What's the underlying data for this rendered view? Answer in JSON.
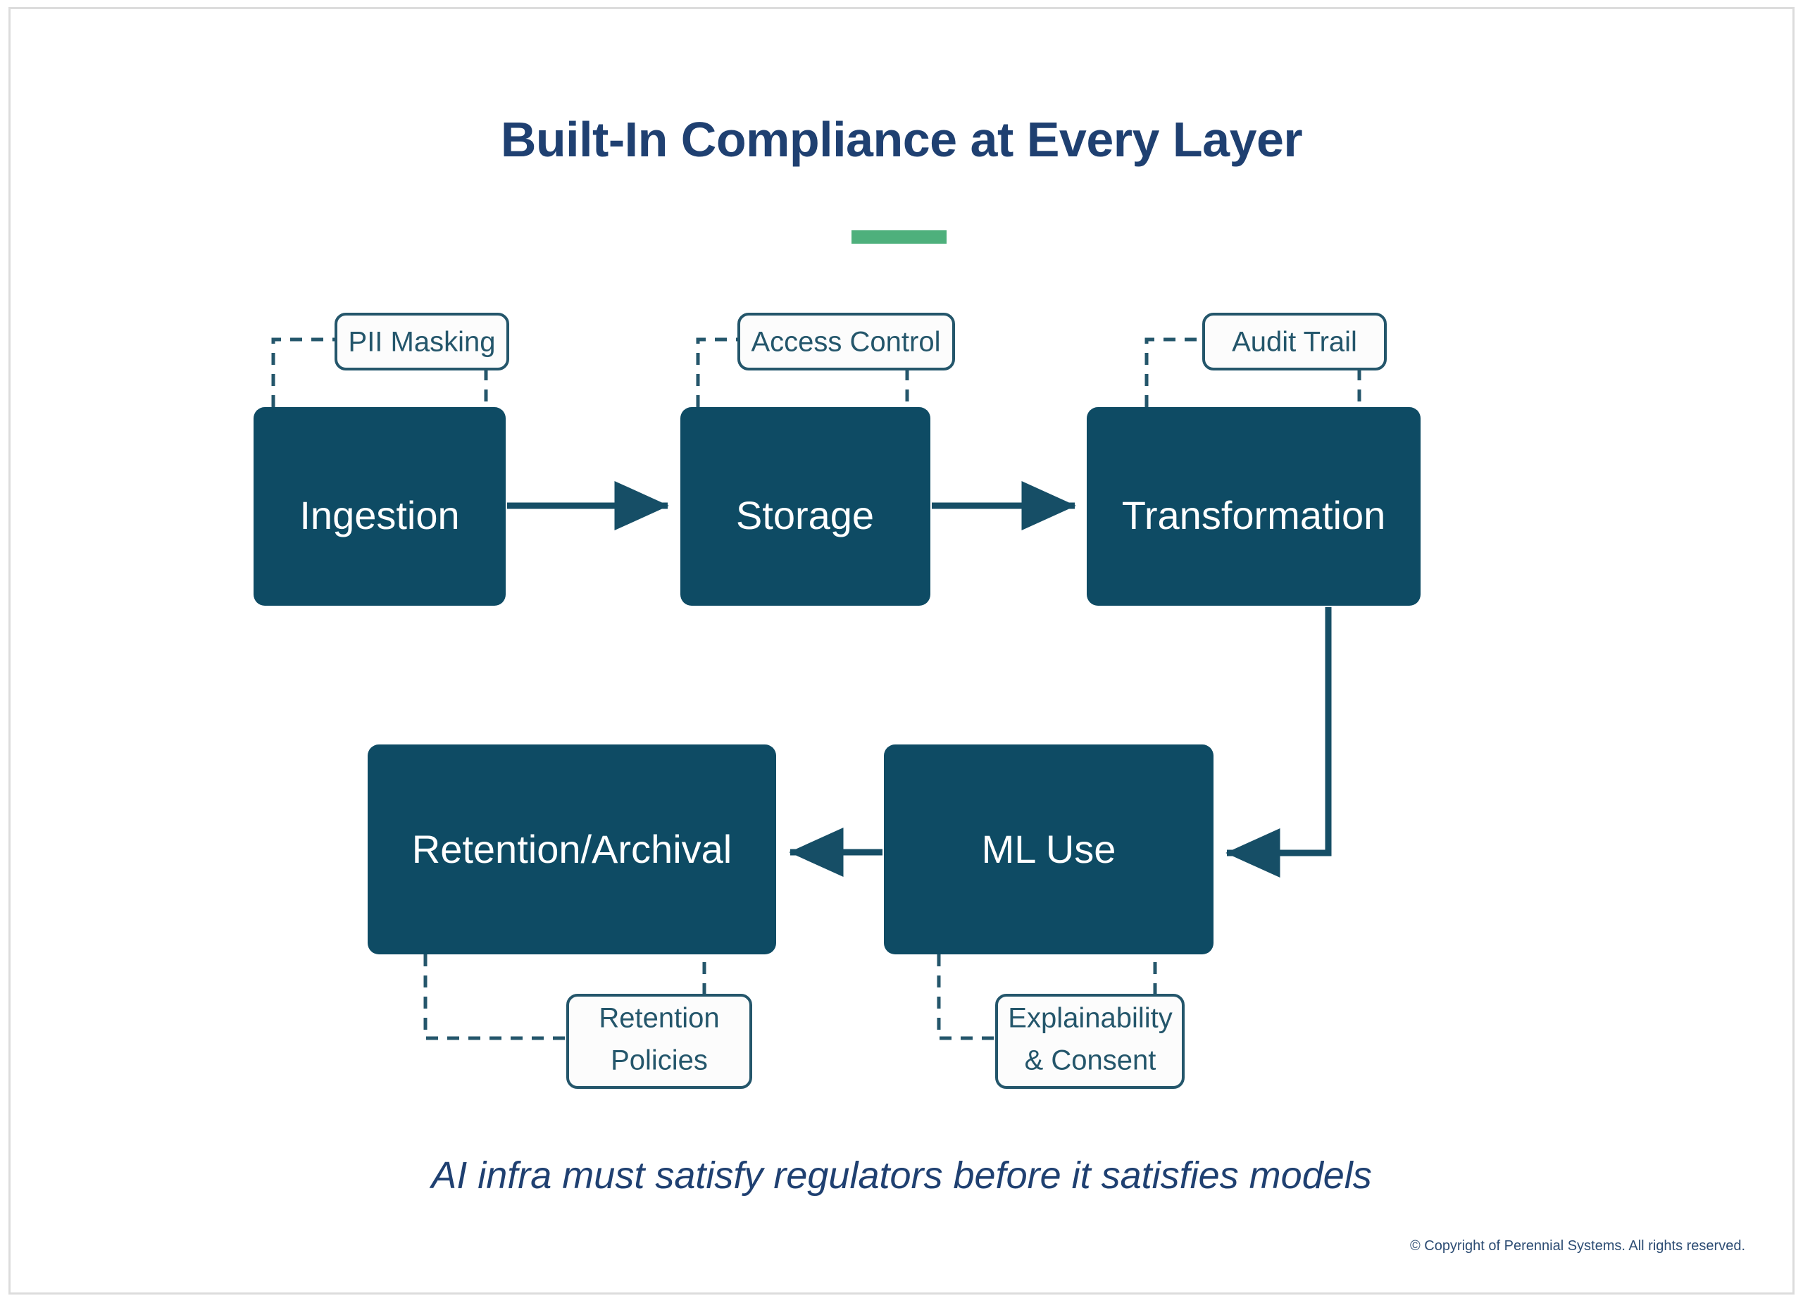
{
  "slide": {
    "title": "Built-In Compliance at Every Layer",
    "tagline": "AI infra must satisfy regulators before it satisfies models",
    "copyright": "© Copyright of Perennial Systems. All rights reserved.",
    "accent_color": "#4EB07C",
    "title_color": "#1F4071",
    "box_fill": "#0E4B64",
    "box_text_color": "#FFFFFF",
    "callout_border_color": "#24566B",
    "connector_color": "#164E66",
    "frame_color": "#DCDCDC",
    "background": "#FFFFFF"
  },
  "nodes": {
    "ingestion": {
      "label": "Ingestion"
    },
    "storage": {
      "label": "Storage"
    },
    "transformation": {
      "label": "Transformation"
    },
    "retention": {
      "label": "Retention/Archival"
    },
    "ml_use": {
      "label": "ML Use"
    }
  },
  "callouts": {
    "pii_masking": {
      "line1": "PII Masking",
      "line2": ""
    },
    "access_control": {
      "line1": "Access Control",
      "line2": ""
    },
    "audit_trail": {
      "line1": "Audit Trail",
      "line2": ""
    },
    "retention_policies": {
      "line1": "Retention",
      "line2": "Policies"
    },
    "explainability": {
      "line1": "Explainability",
      "line2": "& Consent"
    }
  },
  "flow": {
    "steps": [
      "Ingestion",
      "Storage",
      "Transformation",
      "ML Use",
      "Retention/Archival"
    ],
    "arrows": [
      {
        "from": "Ingestion",
        "to": "Storage",
        "direction": "right"
      },
      {
        "from": "Storage",
        "to": "Transformation",
        "direction": "right"
      },
      {
        "from": "Transformation",
        "to": "ML Use",
        "direction": "elbow-down-left"
      },
      {
        "from": "ML Use",
        "to": "Retention/Archival",
        "direction": "left"
      }
    ],
    "annotations": [
      {
        "node": "Ingestion",
        "label": "PII Masking"
      },
      {
        "node": "Storage",
        "label": "Access Control"
      },
      {
        "node": "Transformation",
        "label": "Audit Trail"
      },
      {
        "node": "Retention/Archival",
        "label": "Retention Policies"
      },
      {
        "node": "ML Use",
        "label": "Explainability & Consent"
      }
    ]
  }
}
